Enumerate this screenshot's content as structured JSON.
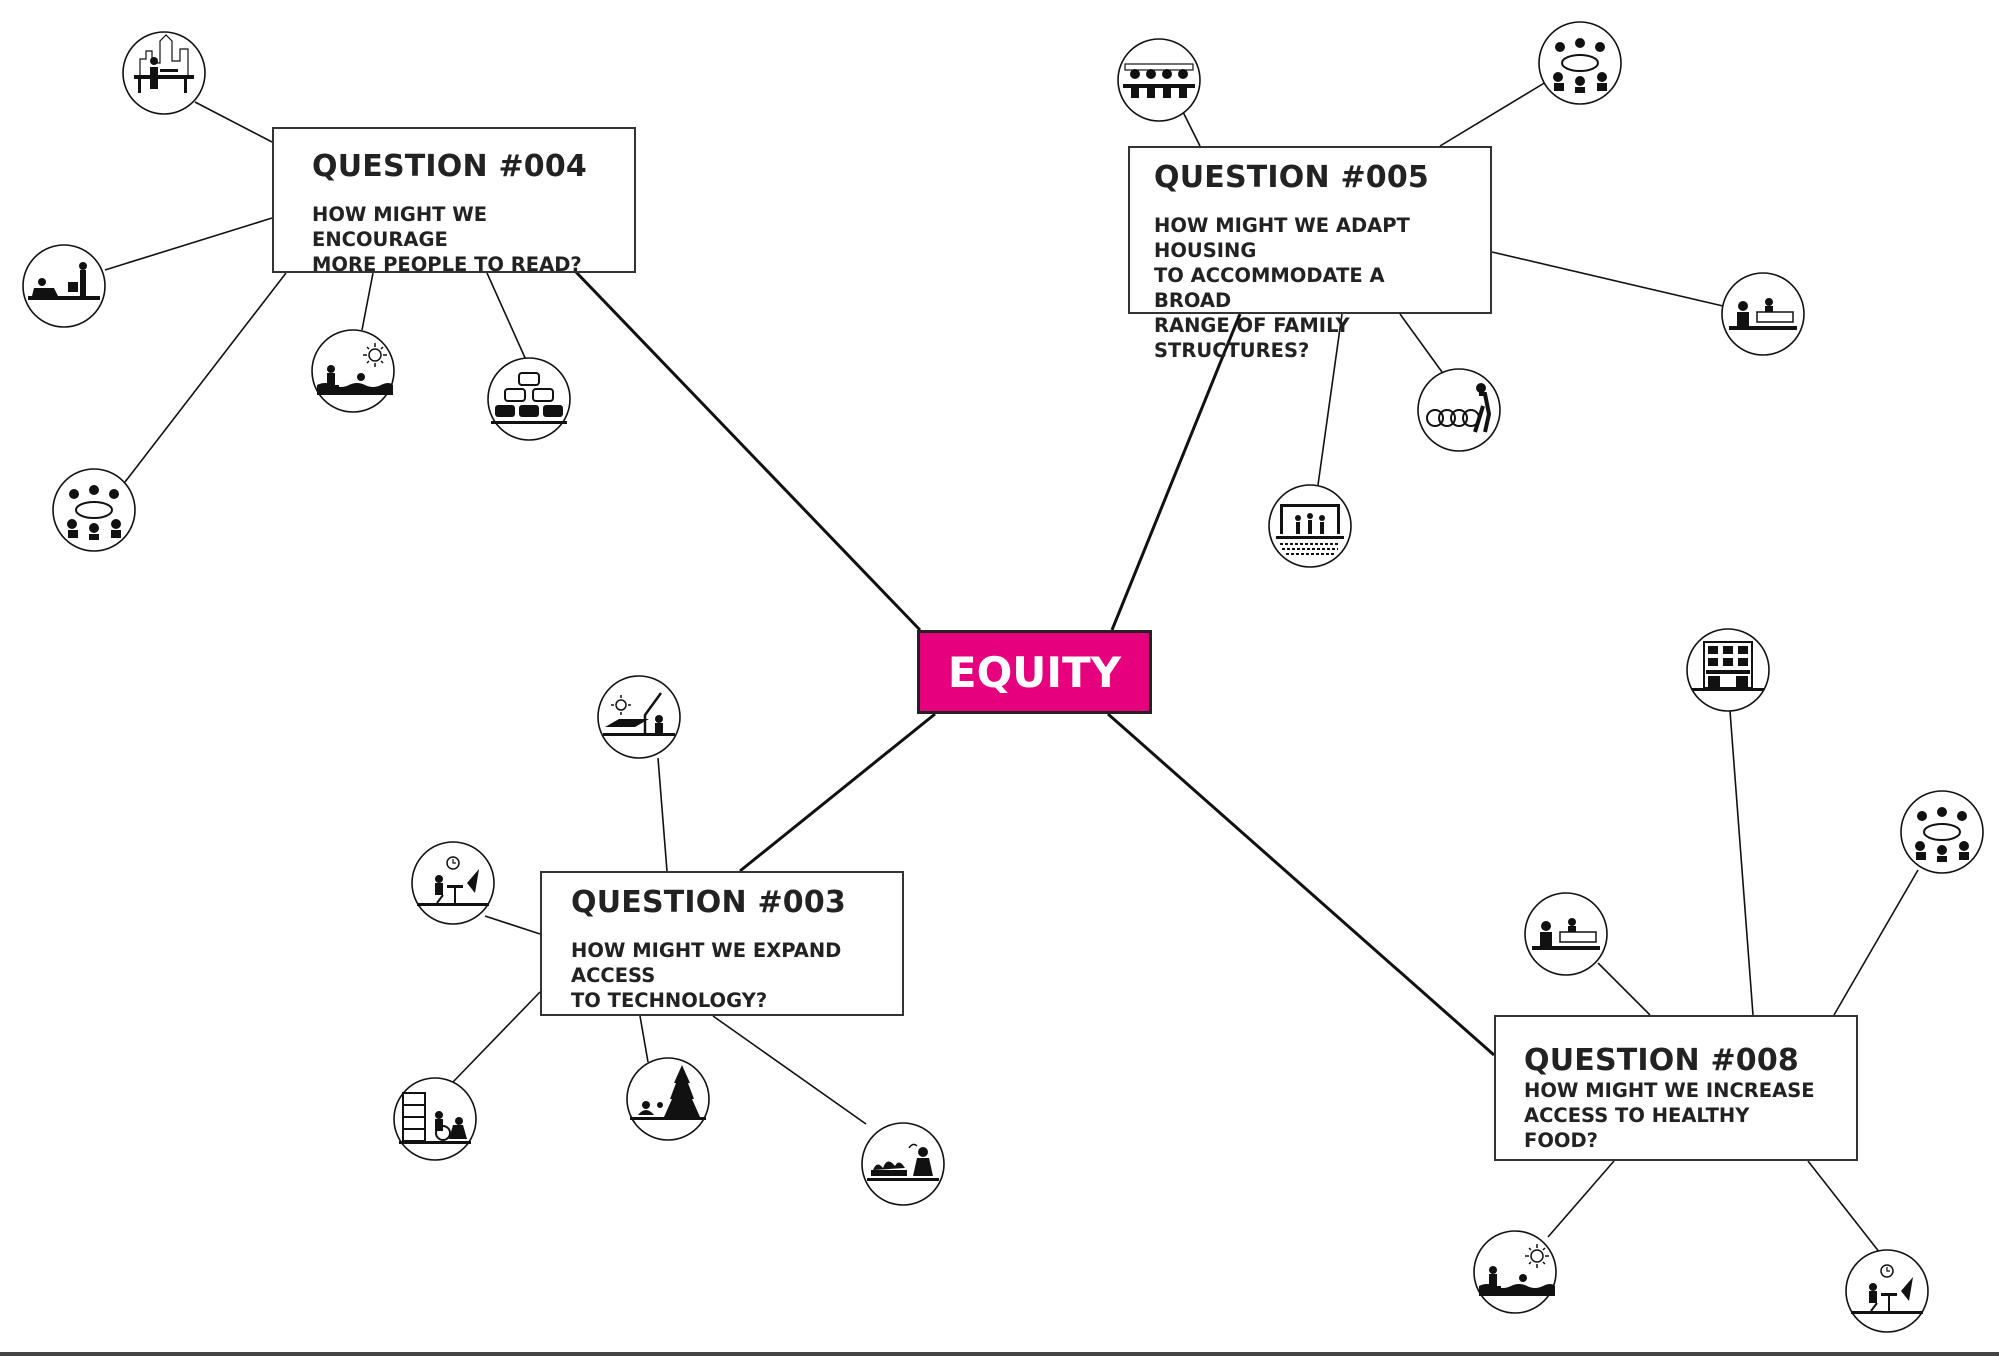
{
  "colors": {
    "accent": "#e6007e",
    "line": "#111111",
    "box_border": "#333333",
    "text": "#222222"
  },
  "center": {
    "label": "EQUITY"
  },
  "questions": {
    "q004": {
      "title": "QUESTION #004",
      "text": "HOW MIGHT WE ENCOURAGE\nMORE PEOPLE TO READ?"
    },
    "q005": {
      "title": "QUESTION #005",
      "text": "HOW MIGHT WE ADAPT HOUSING\nTO ACCOMMODATE A BROAD\nRANGE OF FAMILY STRUCTURES?"
    },
    "q003": {
      "title": "QUESTION #003",
      "text": "HOW MIGHT WE EXPAND ACCESS\nTO TECHNOLOGY?"
    },
    "q008": {
      "title": "QUESTION #008",
      "text": "HOW MIGHT WE INCREASE\nACCESS TO HEALTHY FOOD?"
    }
  },
  "icons": [
    {
      "id": "q004-1",
      "name": "city-reading-icon"
    },
    {
      "id": "q004-2",
      "name": "park-bench-icon"
    },
    {
      "id": "q004-3",
      "name": "swimming-icon"
    },
    {
      "id": "q004-4",
      "name": "traffic-cars-icon"
    },
    {
      "id": "q004-5",
      "name": "community-meeting-icon"
    },
    {
      "id": "q005-1",
      "name": "group-dining-icon"
    },
    {
      "id": "q005-2",
      "name": "community-meeting-icon"
    },
    {
      "id": "q005-3",
      "name": "market-stall-icon"
    },
    {
      "id": "q005-4",
      "name": "bike-parking-icon"
    },
    {
      "id": "q005-5",
      "name": "stage-performance-icon"
    },
    {
      "id": "q003-1",
      "name": "solar-panel-icon"
    },
    {
      "id": "q003-2",
      "name": "cafe-table-icon"
    },
    {
      "id": "q003-3",
      "name": "library-shelf-icon"
    },
    {
      "id": "q003-4",
      "name": "temple-icon"
    },
    {
      "id": "q003-5",
      "name": "garden-planter-icon"
    },
    {
      "id": "q008-1",
      "name": "building-facade-icon"
    },
    {
      "id": "q008-2",
      "name": "community-meeting-icon"
    },
    {
      "id": "q008-3",
      "name": "market-stall-icon"
    },
    {
      "id": "q008-4",
      "name": "swimming-icon"
    },
    {
      "id": "q008-5",
      "name": "cafe-table-icon"
    }
  ]
}
